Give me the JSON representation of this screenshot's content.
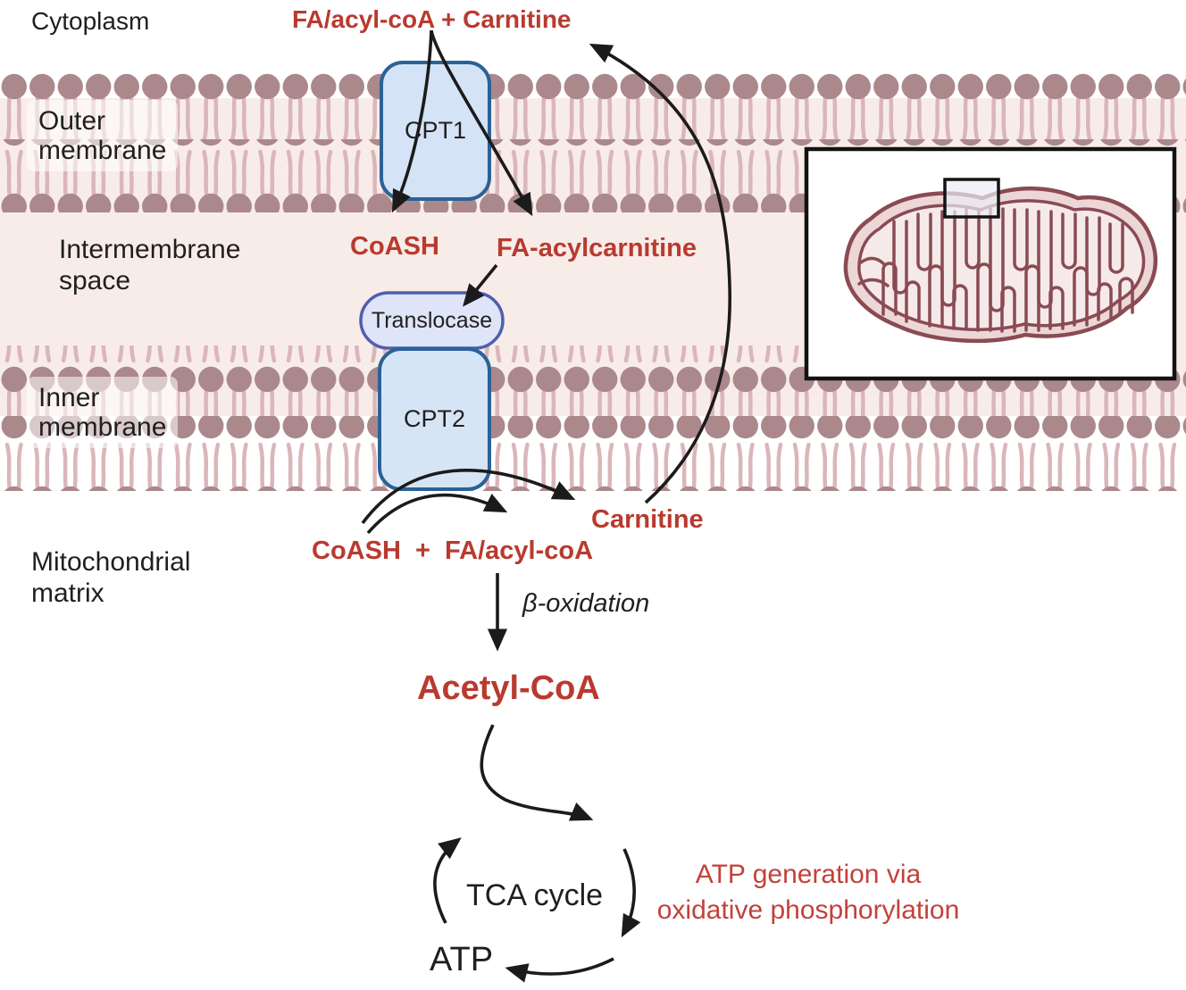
{
  "title": "Carnitine shuttle: fatty acid transport into the mitochondrion",
  "labels": {
    "cytoplasm": "Cytoplasm",
    "top_reaction": "FA/acyl-coA + Carnitine",
    "outer_membrane": "Outer\nmembrane",
    "cpt1": "CPT1",
    "coash": "CoASH",
    "fa_acylcarnitine": "FA-acylcarnitine",
    "intermembrane_space": "Intermembrane\nspace",
    "translocase": "Translocase",
    "inner_membrane": "Inner\nmembrane",
    "cpt2": "CPT2",
    "carnitine": "Carnitine",
    "matrix_reaction": "CoASH  +  FA/acyl-coA",
    "mitochondrial_matrix": "Mitochondrial\nmatrix",
    "beta_oxidation": "β-oxidation",
    "acetyl_coa": "Acetyl-CoA",
    "tca_cycle": "TCA cycle",
    "atp": "ATP",
    "atp_generation": "ATP generation via\noxidative phosphorylation"
  },
  "icons": {
    "membrane_lipid": "lipid-head-and-tails",
    "arrows": "solid-black-curved-arrows",
    "inset": "mitochondrion-cross-section-with-zoom-region"
  },
  "colors": {
    "accent_red_bold": "#b93a2f",
    "accent_red_regular": "#c2423a",
    "text_black": "#1f1f1f",
    "membrane_head": "#ab888c",
    "membrane_tail": "#dab6ba",
    "intermembrane_bg": "#f8ece8",
    "protein_fill": "#d4e3f5",
    "protein_border": "#2b6296",
    "translocase_fill": "#dfe5f8",
    "translocase_border": "#4e5fae",
    "arrow_black": "#1b1b1b",
    "mitochondrion_outline": "#8a4b52",
    "mitochondrion_fill": "#ecd7d6",
    "mitochondrion_matrix_fill": "#f5eae9",
    "inset_border": "#131313"
  }
}
